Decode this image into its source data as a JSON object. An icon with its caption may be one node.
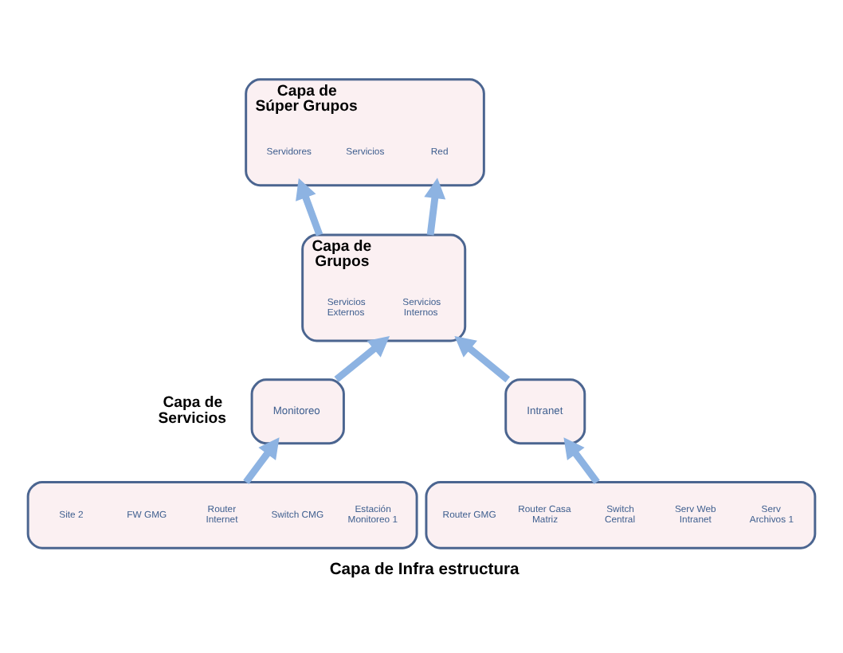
{
  "diagram": {
    "caption": "Capa de Infra estructura",
    "nodes": [
      {
        "text": [
          "Capa de Súper Grupos"
        ]
      },
      {
        "text": [
          "Servidores"
        ],
        "in": 0
      },
      {
        "text": [
          "Servicios"
        ],
        "in": 0
      },
      {
        "text": [
          "Red"
        ],
        "in": 0
      },
      {
        "text": [
          "Capa de Grupos"
        ]
      },
      {
        "text": [
          "Servicios Externos"
        ],
        "in": 4
      },
      {
        "text": [
          "Servicios Internos"
        ],
        "in": 4
      },
      {
        "text": [
          "Monitoreo"
        ],
        "beside": [
          "Capa de Servicios"
        ]
      },
      {
        "text": [
          "Intranet"
        ]
      },
      {
        "text": [],
        "shape": "box"
      },
      {
        "text": [
          "Site 2"
        ],
        "in": 9
      },
      {
        "text": [
          "FW GMG"
        ],
        "in": 9
      },
      {
        "text": [
          "Router Internet"
        ],
        "in": 9
      },
      {
        "text": [
          "Switch CMG"
        ],
        "in": 9
      },
      {
        "text": [
          "Estación Monitoreo 1"
        ],
        "in": 9
      },
      {
        "text": [],
        "shape": "box"
      },
      {
        "text": [
          "Router GMG"
        ],
        "in": 15
      },
      {
        "text": [
          "Router Casa Matriz"
        ],
        "in": 15
      },
      {
        "text": [
          "Switch Central"
        ],
        "in": 15
      },
      {
        "text": [
          "Serv Web Intranet"
        ],
        "in": 15
      },
      {
        "text": [
          "Serv Archivos 1"
        ],
        "in": 15
      }
    ],
    "edges": [
      {
        "from": 9,
        "to": 7,
        "arrow": "to"
      },
      {
        "from": 15,
        "to": 8,
        "arrow": "to"
      },
      {
        "from": 7,
        "to": 4,
        "arrow": "to"
      },
      {
        "from": 8,
        "to": 4,
        "arrow": "to"
      },
      {
        "from": 4,
        "to": 0,
        "arrow": "to"
      },
      {
        "from": 4,
        "to": 0,
        "arrow": "to"
      }
    ]
  }
}
